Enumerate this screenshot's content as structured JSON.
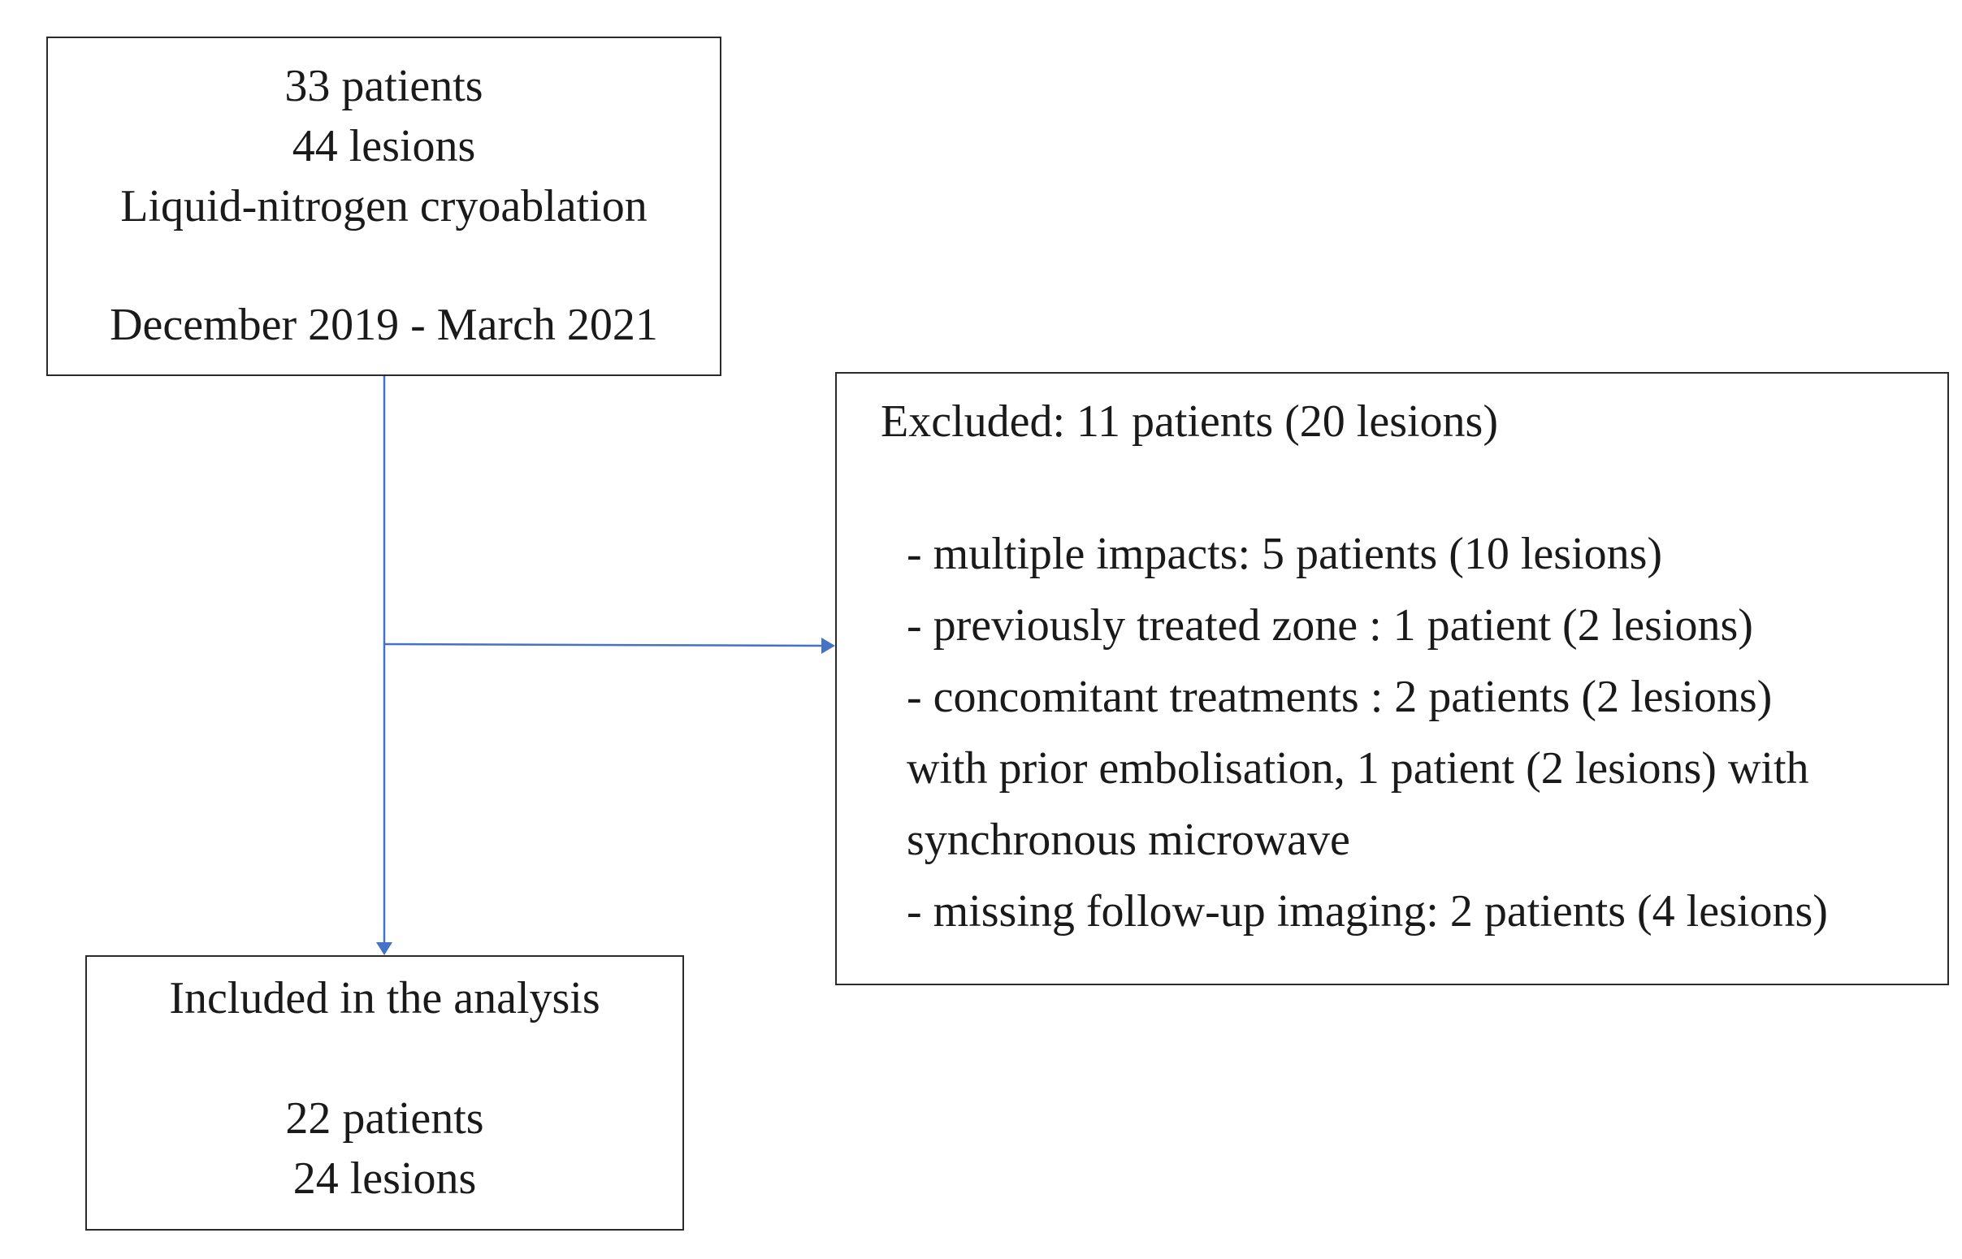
{
  "source_box": {
    "line1": "33 patients",
    "line2": "44 lesions",
    "line3": "Liquid-nitrogen cryoablation",
    "line4": "December 2019 - March 2021"
  },
  "excluded_box": {
    "heading": "Excluded: 11 patients (20 lesions)",
    "items": [
      "-  multiple impacts: 5 patients (10 lesions)",
      "-  previously treated zone : 1 patient (2 lesions)",
      "- concomitant treatments : 2 patients (2 lesions)",
      "with prior embolisation, 1 patient (2 lesions) with",
      "synchronous microwave",
      "- missing  follow-up imaging:  2 patients (4 lesions)"
    ]
  },
  "included_box": {
    "line1": "Included in the analysis",
    "line2": "22 patients",
    "line3": "24 lesions"
  },
  "colors": {
    "connector": "#4472C4",
    "box_border": "#2b2b2b",
    "text": "#1a1a1a"
  }
}
